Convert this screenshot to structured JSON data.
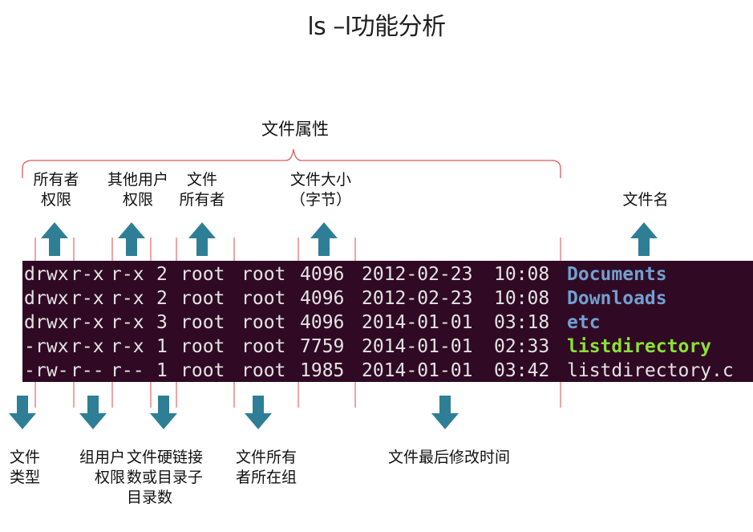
{
  "title": "ls –l功能分析",
  "colors": {
    "terminal_bg": "#300a24",
    "terminal_text": "#e4e4e4",
    "dir_name": "#729fcf",
    "exec_name": "#8ae234",
    "arrow_fill": "#2e7f96",
    "guide_line": "#e04848",
    "brace": "#d95c5c"
  },
  "labels": {
    "file_attributes": "文件属性",
    "owner_perm": "所有者\n权限",
    "other_perm": "其他用户\n权限",
    "file_owner": "文件\n所有者",
    "file_size": "文件大小\n（字节）",
    "file_name": "文件名",
    "file_type": "文件\n类型",
    "group_perm": "组用户\n权限",
    "hard_links": "文件硬链接\n数或目录子\n目录数",
    "owner_group": "文件所有\n者所在组",
    "mtime": "文件最后修改时间"
  },
  "icons": {
    "up": "up-arrow-icon",
    "down": "down-arrow-icon"
  },
  "terminal_rows": [
    {
      "type": "d",
      "owner": "rwx",
      "group": "r-x",
      "other": "r-x",
      "links": "2",
      "user": "root",
      "grp": "root",
      "size": "4096",
      "date": "2012-02-23",
      "time": "10:08",
      "name": "Documents",
      "kind": "dir"
    },
    {
      "type": "d",
      "owner": "rwx",
      "group": "r-x",
      "other": "r-x",
      "links": "2",
      "user": "root",
      "grp": "root",
      "size": "4096",
      "date": "2012-02-23",
      "time": "10:08",
      "name": "Downloads",
      "kind": "dir"
    },
    {
      "type": "d",
      "owner": "rwx",
      "group": "r-x",
      "other": "r-x",
      "links": "3",
      "user": "root",
      "grp": "root",
      "size": "4096",
      "date": "2014-01-01",
      "time": "03:18",
      "name": "etc",
      "kind": "dir"
    },
    {
      "type": "-",
      "owner": "rwx",
      "group": "r-x",
      "other": "r-x",
      "links": "1",
      "user": "root",
      "grp": "root",
      "size": "7759",
      "date": "2014-01-01",
      "time": "02:33",
      "name": "listdirectory",
      "kind": "exec"
    },
    {
      "type": "-",
      "owner": "rw-",
      "group": "r--",
      "other": "r--",
      "links": "1",
      "user": "root",
      "grp": "root",
      "size": "1985",
      "date": "2014-01-01",
      "time": "03:42",
      "name": "listdirectory.c",
      "kind": "file"
    }
  ]
}
